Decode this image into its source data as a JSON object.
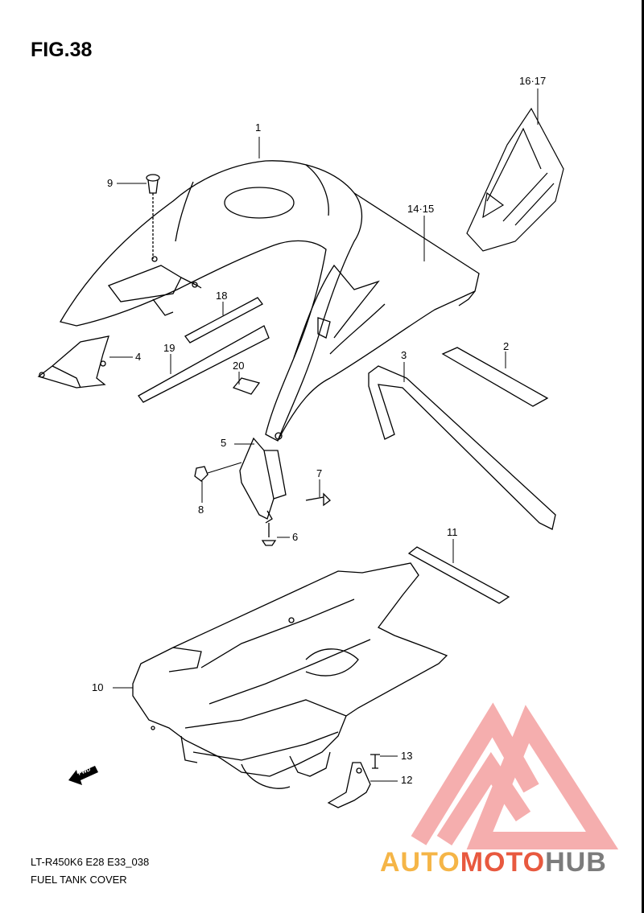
{
  "figure": {
    "title": "FIG.38",
    "model_code": "LT-R450K6 E28 E33_038",
    "caption": "FUEL TANK COVER"
  },
  "callouts": [
    {
      "id": "1",
      "text": "1"
    },
    {
      "id": "2",
      "text": "2"
    },
    {
      "id": "3",
      "text": "3"
    },
    {
      "id": "4",
      "text": "4"
    },
    {
      "id": "5",
      "text": "5"
    },
    {
      "id": "6",
      "text": "6"
    },
    {
      "id": "7",
      "text": "7"
    },
    {
      "id": "8",
      "text": "8"
    },
    {
      "id": "9",
      "text": "9"
    },
    {
      "id": "10",
      "text": "10"
    },
    {
      "id": "11",
      "text": "11"
    },
    {
      "id": "12",
      "text": "12"
    },
    {
      "id": "13",
      "text": "13"
    },
    {
      "id": "14-15",
      "text": "14·15"
    },
    {
      "id": "16-17",
      "text": "16·17"
    },
    {
      "id": "18",
      "text": "18"
    },
    {
      "id": "19",
      "text": "19"
    },
    {
      "id": "20",
      "text": "20"
    }
  ],
  "direction_marker": {
    "text": "FWD"
  },
  "watermark": {
    "part_a": "AUTO",
    "part_b": "MOTO",
    "part_c": "HUB",
    "colors": {
      "auto": "#f5b547",
      "moto": "#e8593f",
      "hub": "#7c7c7c",
      "logo": "#f4a0a0"
    }
  }
}
